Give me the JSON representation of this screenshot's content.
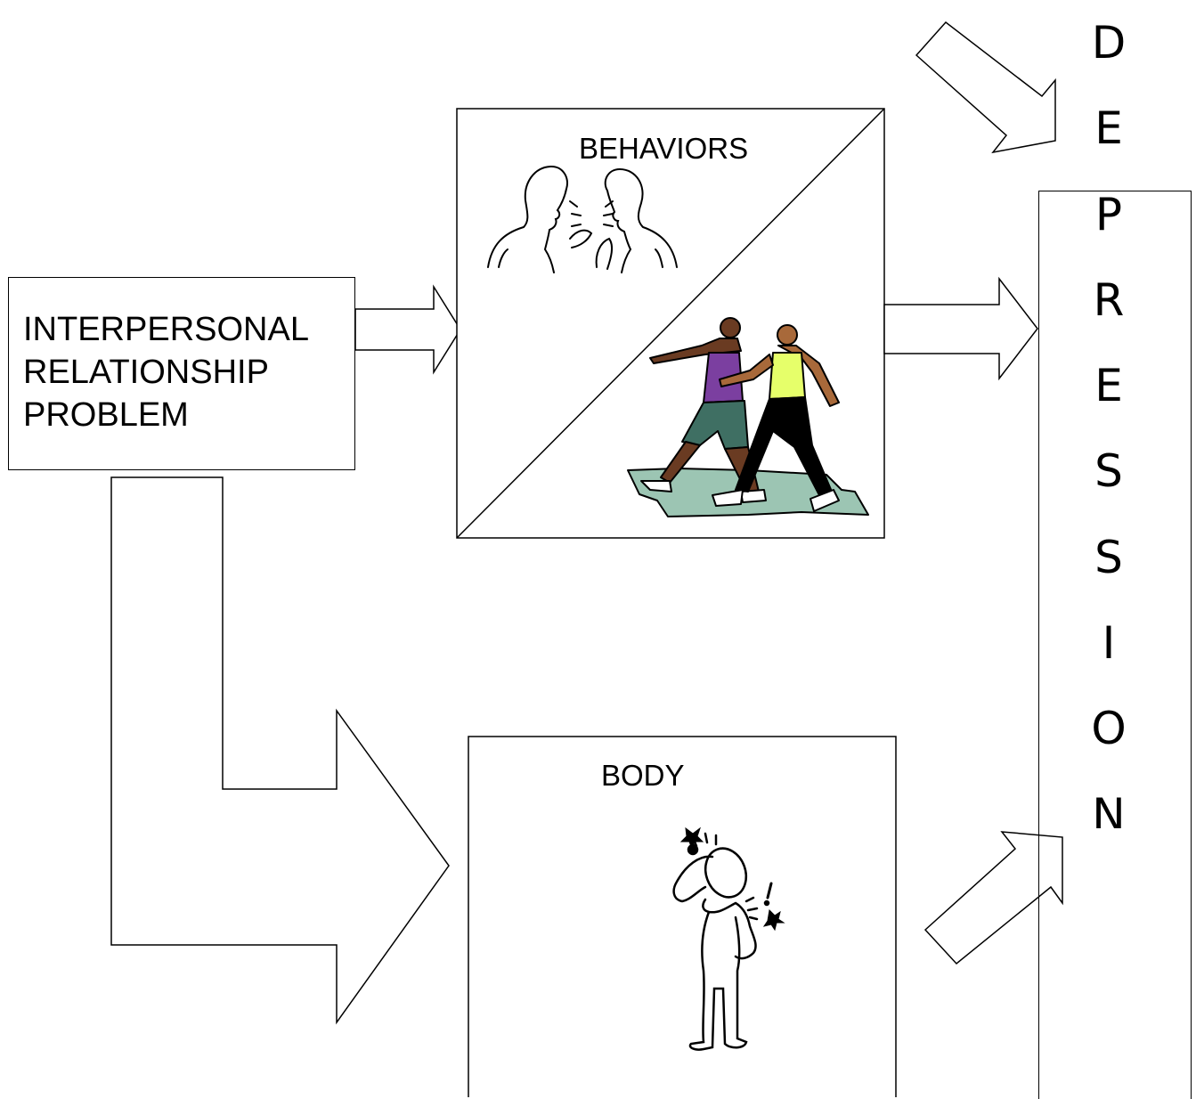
{
  "diagram": {
    "source_box": {
      "label": "INTERPERSONAL\nRELATIONSHIP\nPROBLEM"
    },
    "behaviors_box": {
      "label": "BEHAVIORS"
    },
    "body_box": {
      "label": "BODY"
    },
    "outcome_box": {
      "label": "DEPRESSION",
      "letters": [
        "D",
        "E",
        "P",
        "R",
        "E",
        "S",
        "S",
        "I",
        "O",
        "N"
      ]
    },
    "clipart": [
      "arguing-people-clipart",
      "walking-couple-clipart",
      "confused-person-clipart"
    ],
    "colors": {
      "line": "#000000",
      "purple_shirt": "#7b3fa0",
      "lime_shirt": "#e6ff6a",
      "shorts": "#3f6f63",
      "ground": "#9cc5b3",
      "skin_dark": "#6a3b22",
      "skin_mid": "#a8693a"
    }
  }
}
